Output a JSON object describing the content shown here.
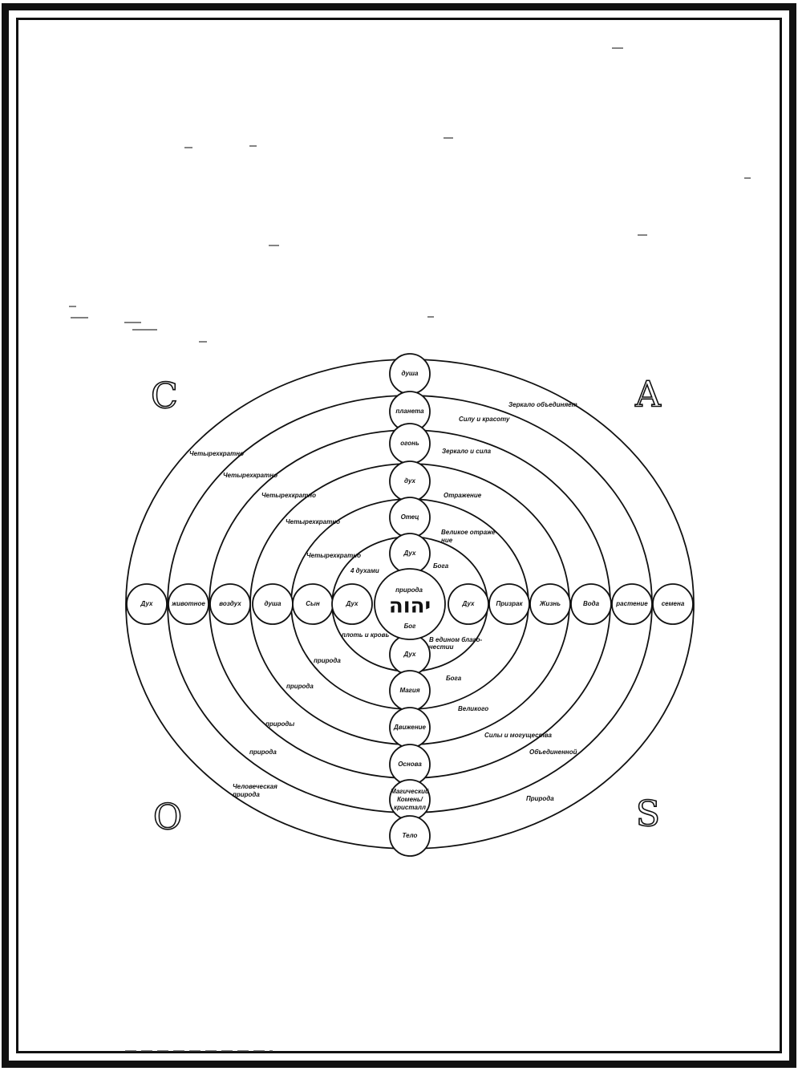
{
  "corners": {
    "top_left": "C",
    "top_right": "A",
    "bottom_left": "O",
    "bottom_right": "S"
  },
  "center": {
    "glyph": "יהוה",
    "above": "природа",
    "below": "Бог"
  },
  "vertical_nodes": [
    "душа",
    "планета",
    "огонь",
    "дух",
    "Отец",
    "Дух",
    "Дух",
    "Магия",
    "Движение",
    "Основа",
    "Магический Комень/ кристалл",
    "Тело"
  ],
  "left_nodes": [
    "Дух",
    "животное",
    "воздух",
    "душа",
    "Сын",
    "Дух"
  ],
  "right_nodes": [
    "Дух",
    "Призрак",
    "Жизнь",
    "Вода",
    "растение",
    "семена"
  ],
  "ring_labels": {
    "left_upper": [
      "Четырехкратно",
      "Четырехкратно",
      "Четырехкратно",
      "Четырехкратно",
      "Четырехкратно"
    ],
    "inner_upper_left": "4 духами",
    "right_upper": [
      "Зеркало объединяет",
      "Силу и красоту",
      "Зеркало и сила",
      "Отражение",
      "Великое отраже- ние",
      "Бога"
    ],
    "inner_lower_left": "плоть и кровь",
    "inner_lower_right": "В едином благо- честии",
    "left_lower": [
      "природа",
      "природа",
      "природы",
      "природа",
      "Человеческая природа"
    ],
    "right_lower": [
      "Бога",
      "Великого",
      "Силы и могущества",
      "Объединенной",
      "Природа"
    ]
  }
}
